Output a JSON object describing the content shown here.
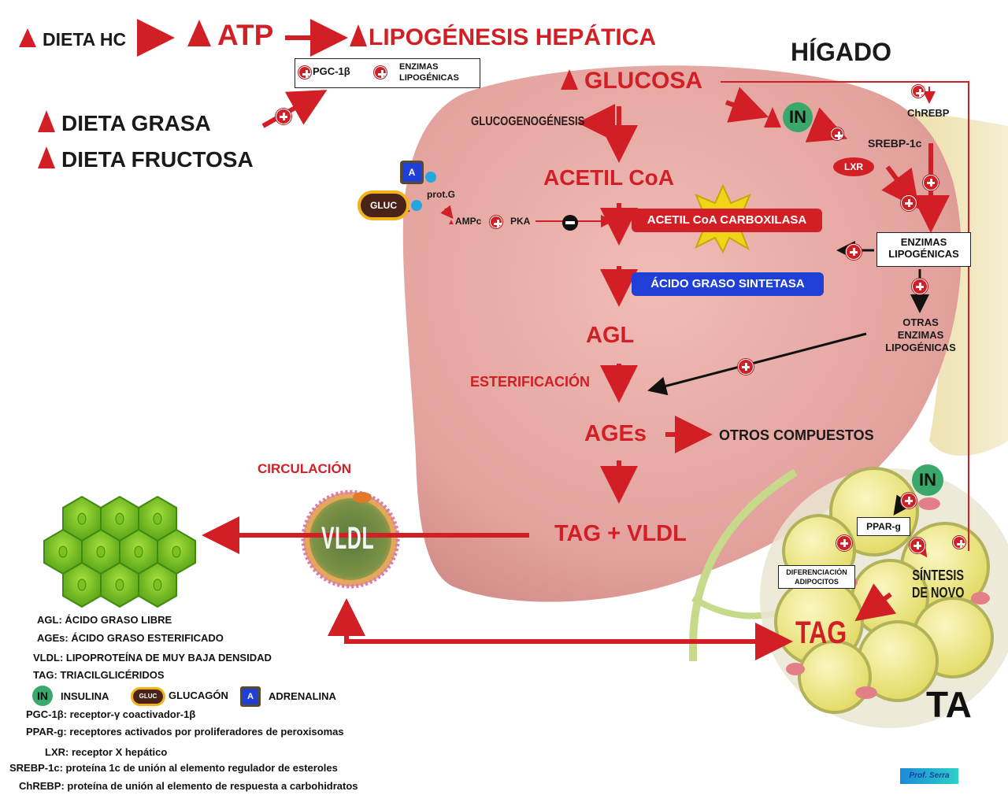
{
  "header": {
    "dieta_hc": "DIETA HC",
    "atp": "ATP",
    "lipogenesis": "LIPOGÉNESIS HEPÁTICA",
    "higado": "HÍGADO",
    "dieta_grasa": "DIETA GRASA",
    "dieta_fructosa": "DIETA FRUCTOSA"
  },
  "pgc_box": {
    "pgc": "PGC-1β",
    "enzimas": "ENZIMAS",
    "lipogenicas": "LIPOGÉNICAS"
  },
  "liver": {
    "glucosa": "GLUCOSA",
    "glucogenogenesis": "GLUCOGENOGÉNESIS",
    "acetil_coa": "ACETIL CoA",
    "acetil_coa_carboxilasa": "ACETIL CoA CARBOXILASA",
    "acido_graso_sintetasa": "ÁCIDO GRASO SINTETASA",
    "agl": "AGL",
    "esterificacion": "ESTERIFICACIÓN",
    "ages": "AGEs",
    "otros_compuestos": "OTROS COMPUESTOS",
    "tag_vldl": "TAG + VLDL"
  },
  "signaling": {
    "a": "A",
    "gluc": "GLUC",
    "prot_g": "prot.G",
    "ampc": "AMPc",
    "pka": "PKA"
  },
  "right_panel": {
    "in": "IN",
    "chrebp": "ChREBP",
    "srebp": "SREBP-1c",
    "lxr": "LXR",
    "enzimas_box_1": "ENZIMAS",
    "enzimas_box_2": "LIPOGÉNICAS",
    "otras_1": "OTRAS",
    "otras_2": "ENZIMAS",
    "otras_3": "LIPOGÉNICAS"
  },
  "adipose": {
    "in": "IN",
    "ppar": "PPAR-g",
    "diferenciacion_1": "DIFERENCIACIÓN",
    "diferenciacion_2": "ADIPOCITOS",
    "sintesis_1": "SÍNTESIS",
    "sintesis_2": "DE NOVO",
    "tag": "TAG",
    "ta": "TA"
  },
  "circulation": {
    "label": "CIRCULACIÓN",
    "vldl": "VLDL"
  },
  "legend": {
    "agl": "AGL: ÁCIDO GRASO LIBRE",
    "ages": "AGEs: ÁCIDO GRASO ESTERIFICADO",
    "vldl": "VLDL: LIPOPROTEÍNA DE MUY BAJA DENSIDAD",
    "tag": "TAG: TRIACILGLICÉRIDOS",
    "in_badge": "IN",
    "insulina": "INSULINA",
    "gluc_badge": "GLUC",
    "glucagon": "GLUCAGÓN",
    "a_badge": "A",
    "adrenalina": "ADRENALINA",
    "pgc": "PGC-1β: receptor-γ coactivador-1β",
    "ppar": "PPAR-g: receptores activados por proliferadores de peroxisomas",
    "lxr": "LXR: receptor  X hepático",
    "srebp": "SREBP-1c: proteína 1c de unión al elemento regulador de esteroles",
    "chrebp": "ChREBP: proteína de unión al elemento  de respuesta a carbohidratos"
  },
  "credit": "Prof. Serra",
  "colors": {
    "red": "#d21f26",
    "blue": "#1f3fd6",
    "green": "#3aa86a",
    "liver": "#e7a3a0"
  }
}
